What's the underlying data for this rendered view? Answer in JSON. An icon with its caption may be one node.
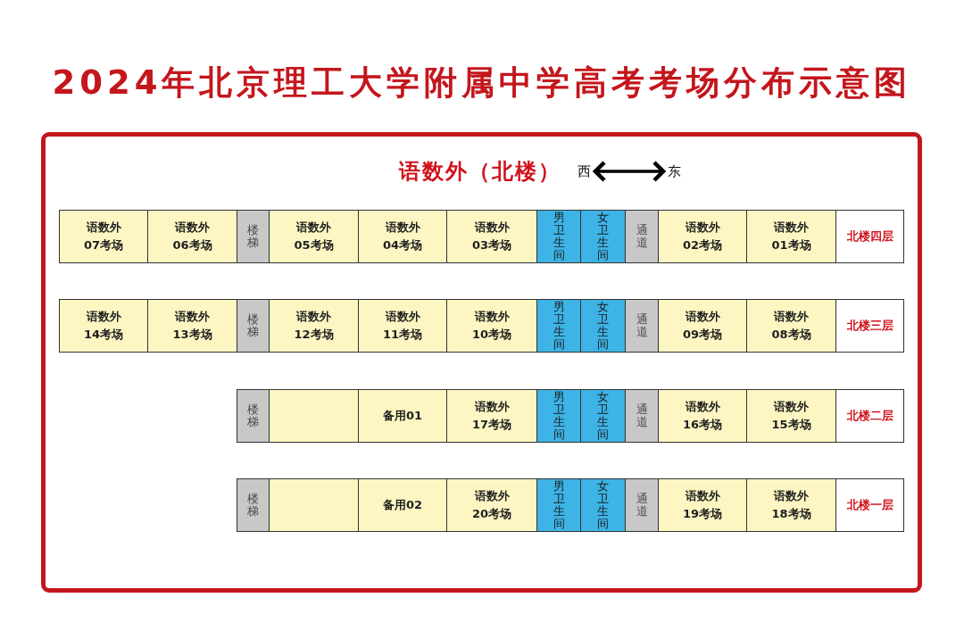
{
  "diagram": {
    "title": "2024年北京理工大学附属中学高考考场分布示意图",
    "nodes": [
      {
        "text": [
          "语数外 07考场"
        ]
      },
      {
        "text": [
          "语数外 06考场"
        ]
      },
      {
        "text": [
          "楼梯"
        ]
      },
      {
        "text": [
          "语数外 05考场"
        ]
      },
      {
        "text": [
          "语数外 04考场"
        ]
      },
      {
        "text": [
          "语数外 03考场"
        ]
      },
      {
        "text": [
          "男卫生间"
        ]
      },
      {
        "text": [
          "女卫生间"
        ]
      },
      {
        "text": [
          "通道"
        ]
      },
      {
        "text": [
          "语数外 02考场"
        ]
      },
      {
        "text": [
          "语数外 01考场"
        ]
      },
      {
        "text": [
          "北楼四层"
        ]
      },
      {
        "text": [
          "语数外 14考场"
        ]
      },
      {
        "text": [
          "语数外 13考场"
        ]
      },
      {
        "text": [
          "楼梯"
        ]
      },
      {
        "text": [
          "语数外 12考场"
        ]
      },
      {
        "text": [
          "语数外 11考场"
        ]
      },
      {
        "text": [
          "语数外 10考场"
        ]
      },
      {
        "text": [
          "男卫生间"
        ]
      },
      {
        "text": [
          "女卫生间"
        ]
      },
      {
        "text": [
          "通道"
        ]
      },
      {
        "text": [
          "语数外 09考场"
        ]
      },
      {
        "text": [
          "语数外 08考场"
        ]
      },
      {
        "text": [
          "北楼三层"
        ]
      },
      {
        "text": [
          "楼梯"
        ]
      },
      {
        "text": [],
        "shape": "box"
      },
      {
        "text": [
          "备用01"
        ]
      },
      {
        "text": [
          "语数外 17考场"
        ]
      },
      {
        "text": [
          "男卫生间"
        ]
      },
      {
        "text": [
          "女卫生间"
        ]
      },
      {
        "text": [
          "通道"
        ]
      },
      {
        "text": [
          "语数外 16考场"
        ]
      },
      {
        "text": [
          "语数外 15考场"
        ]
      },
      {
        "text": [
          "北楼二层"
        ]
      },
      {
        "text": [
          "楼梯"
        ]
      },
      {
        "text": [],
        "shape": "box"
      },
      {
        "text": [
          "备用02"
        ]
      },
      {
        "text": [
          "语数外 20考场"
        ]
      },
      {
        "text": [
          "男卫生间"
        ]
      },
      {
        "text": [
          "女卫生间"
        ]
      },
      {
        "text": [
          "通道"
        ]
      },
      {
        "text": [
          "语数外 19考场"
        ]
      },
      {
        "text": [
          "语数外 18考场"
        ]
      },
      {
        "text": [
          "北楼一层"
        ]
      }
    ],
    "edges": [],
    "labels": [
      "语数外（北楼）",
      "西",
      "东"
    ]
  }
}
